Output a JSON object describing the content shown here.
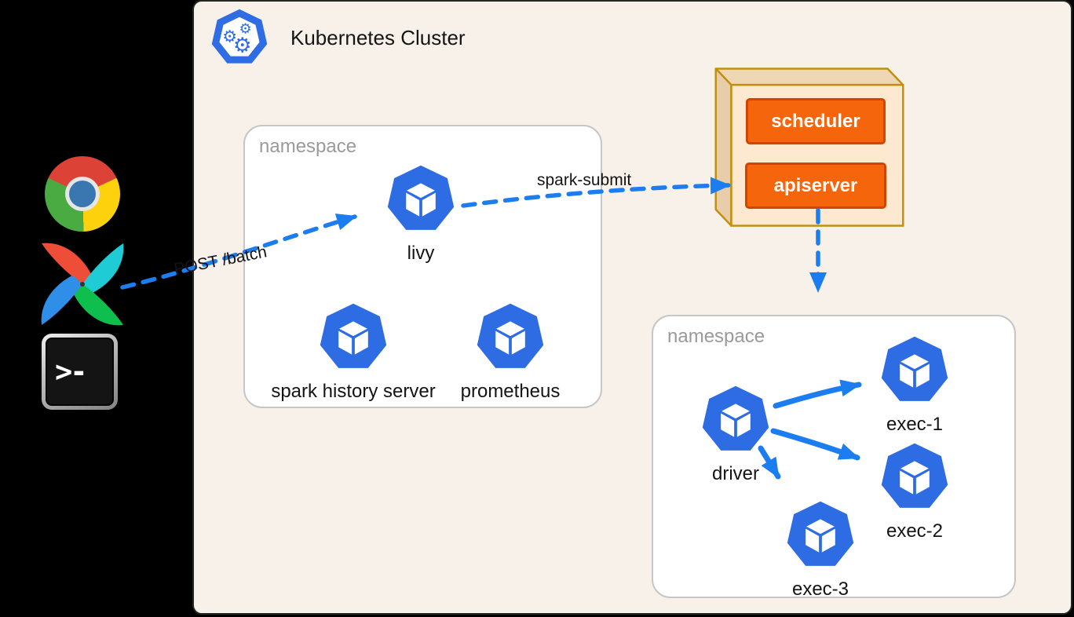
{
  "cluster": {
    "title": "Kubernetes Cluster",
    "background_color": "#f7f1e9",
    "namespaces": [
      {
        "label": "namespace",
        "pods": [
          "livy",
          "spark history server",
          "prometheus"
        ]
      },
      {
        "label": "namespace",
        "pods": [
          "driver",
          "exec-1",
          "exec-2",
          "exec-3"
        ]
      }
    ],
    "control_plane": {
      "components": [
        "scheduler",
        "apiserver"
      ]
    }
  },
  "external_clients": [
    {
      "name": "chrome-browser"
    },
    {
      "name": "apache-airflow"
    },
    {
      "name": "terminal",
      "prompt": ">-"
    }
  ],
  "edges": [
    {
      "label": "POST /batch",
      "from": "airflow-client",
      "to": "livy",
      "style": "dashed"
    },
    {
      "label": "spark-submit",
      "from": "livy",
      "to": "apiserver",
      "style": "dashed"
    },
    {
      "label": "",
      "from": "apiserver",
      "to": "namespace-2",
      "style": "dashed"
    },
    {
      "label": "",
      "from": "driver",
      "to": "exec-1",
      "style": "solid"
    },
    {
      "label": "",
      "from": "driver",
      "to": "exec-2",
      "style": "solid"
    },
    {
      "label": "",
      "from": "driver",
      "to": "exec-3",
      "style": "solid"
    }
  ],
  "colors": {
    "pod_blue": "#2e6ce4",
    "k8s_logo_blue": "#2f6de5",
    "arrow_blue": "#1c7df0",
    "component_orange": "#f4650c",
    "component_border": "#d04600",
    "panel_tan": "#fce9cf",
    "panel_gold_border": "#c18f10",
    "namespace_border": "#c6c6c6",
    "namespace_label_gray": "#9a9a9a"
  }
}
